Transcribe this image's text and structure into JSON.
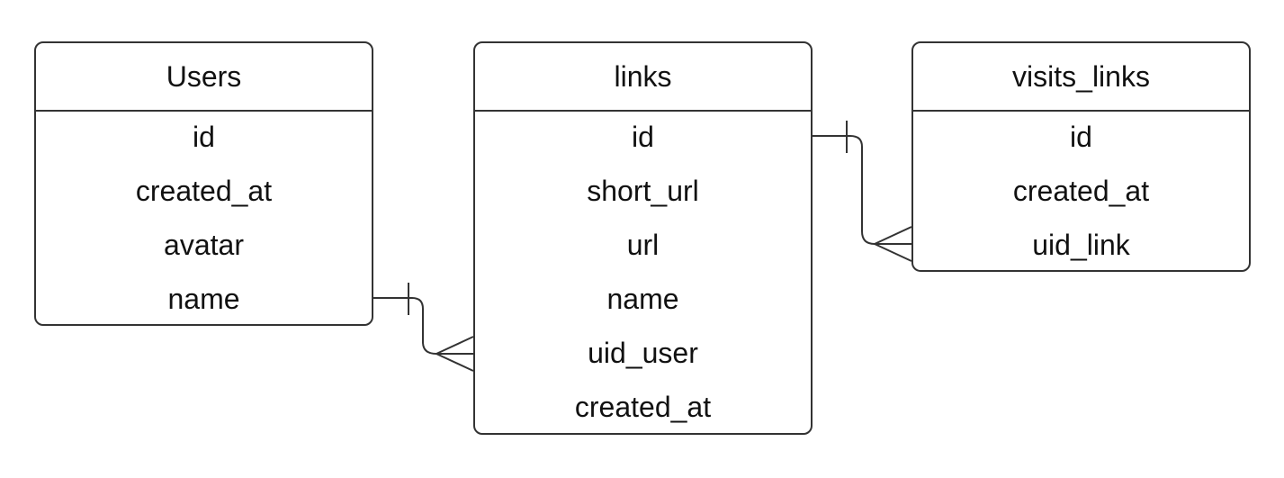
{
  "entities": {
    "users": {
      "title": "Users",
      "fields": [
        "id",
        "created_at",
        "avatar",
        "name"
      ]
    },
    "links": {
      "title": "links",
      "fields": [
        "id",
        "short_url",
        "url",
        "name",
        "uid_user",
        "created_at"
      ]
    },
    "visits_links": {
      "title": "visits_links",
      "fields": [
        "id",
        "created_at",
        "uid_link"
      ]
    }
  },
  "relationships": [
    {
      "from": "Users.name",
      "from_cardinality": "one",
      "to": "links.uid_user",
      "to_cardinality": "many"
    },
    {
      "from": "links.id",
      "from_cardinality": "one",
      "to": "visits_links.uid_link",
      "to_cardinality": "many"
    }
  ],
  "colors": {
    "line": "#333333",
    "text": "#111111",
    "background": "#ffffff"
  }
}
